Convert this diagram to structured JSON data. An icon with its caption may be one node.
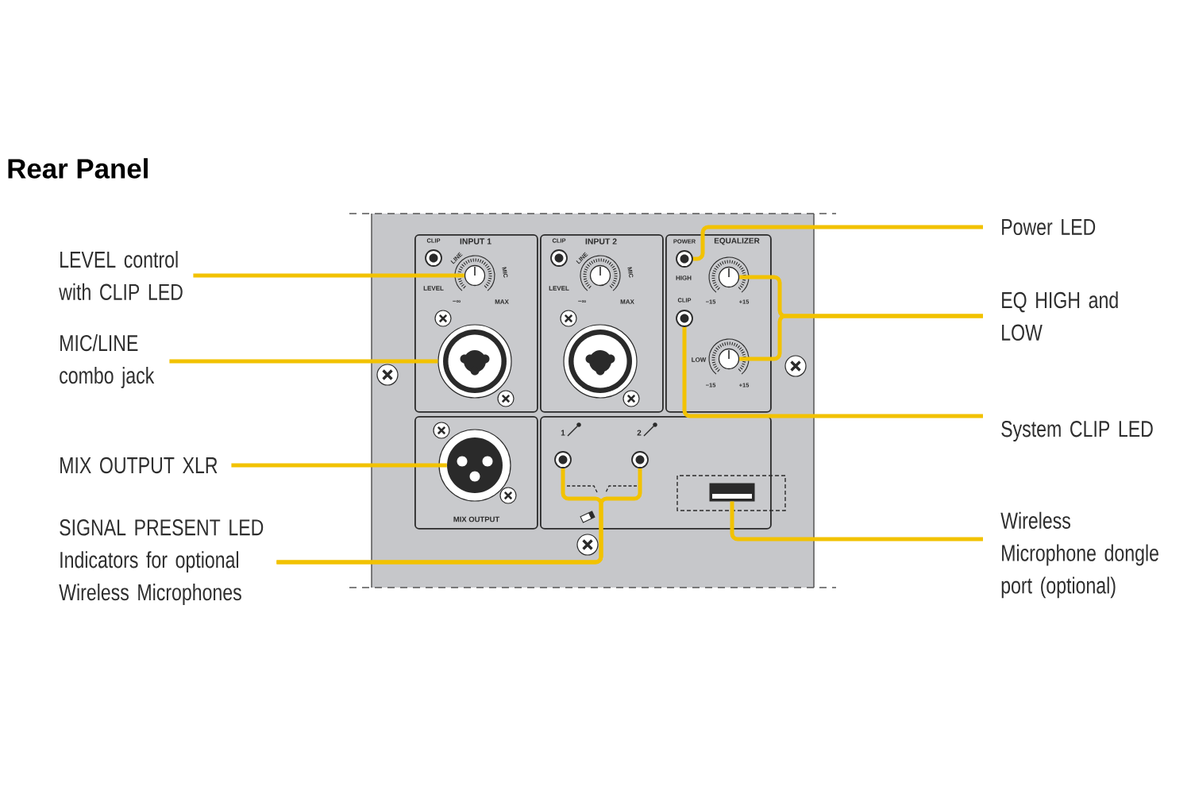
{
  "diagram": {
    "title": "Rear Panel",
    "nodes": [
      {
        "text": [
          "LEVEL control with CLIP LED"
        ]
      },
      {
        "text": [
          "MIC/LINE combo jack"
        ]
      },
      {
        "text": [
          "MIX OUTPUT XLR"
        ]
      },
      {
        "text": [
          "SIGNAL PRESENT LED Indicators for optional Wireless Microphones"
        ]
      },
      {
        "text": [
          "Power LED"
        ]
      },
      {
        "text": [
          "EQ HIGH and LOW"
        ]
      },
      {
        "text": [
          "System CLIP LED"
        ]
      },
      {
        "text": [
          "Wireless Microphone dongle port (optional)"
        ]
      },
      {
        "text": [
          "CLIP",
          "INPUT 1",
          "LINE",
          "MIC",
          "LEVEL",
          "−∞",
          "MAX"
        ]
      },
      {
        "text": [],
        "shape": "circle",
        "in": 8
      },
      {
        "text": [],
        "shape": "circle",
        "in": 8
      },
      {
        "text": [
          "CLIP",
          "INPUT 2",
          "LINE",
          "MIC",
          "LEVEL",
          "−∞",
          "MAX"
        ]
      },
      {
        "text": [
          "POWER",
          "EQUALIZER",
          "HIGH",
          "CLIP",
          "−15",
          "+15",
          "LOW",
          "−15",
          "+15"
        ]
      },
      {
        "text": [],
        "shape": "circle",
        "in": 12
      },
      {
        "text": [],
        "shape": "circle",
        "in": 12
      },
      {
        "text": [],
        "shape": "circle",
        "in": 12
      },
      {
        "text": [],
        "shape": "circle",
        "in": 12
      },
      {
        "text": [
          "MIX OUTPUT"
        ]
      },
      {
        "text": [],
        "shape": "circle",
        "in": 17
      },
      {
        "text": [
          "1",
          "2"
        ]
      },
      {
        "text": [],
        "shape": "circle",
        "in": 19
      },
      {
        "text": [],
        "shape": "circle",
        "in": 19
      },
      {
        "text": [],
        "shape": "box",
        "in": 19
      }
    ],
    "edges": [
      {
        "from": 0,
        "to": 9,
        "arrow": "none"
      },
      {
        "from": 1,
        "to": 10,
        "arrow": "none"
      },
      {
        "from": 2,
        "to": 18,
        "arrow": "none"
      },
      {
        "from": 3,
        "to": 20,
        "arrow": "none"
      },
      {
        "from": 3,
        "to": 21,
        "arrow": "none"
      },
      {
        "from": 4,
        "to": 13,
        "arrow": "none"
      },
      {
        "from": 5,
        "to": 14,
        "arrow": "none"
      },
      {
        "from": 5,
        "to": 16,
        "arrow": "none"
      },
      {
        "from": 6,
        "to": 15,
        "arrow": "none"
      },
      {
        "from": 7,
        "to": 22,
        "arrow": "none"
      }
    ]
  }
}
